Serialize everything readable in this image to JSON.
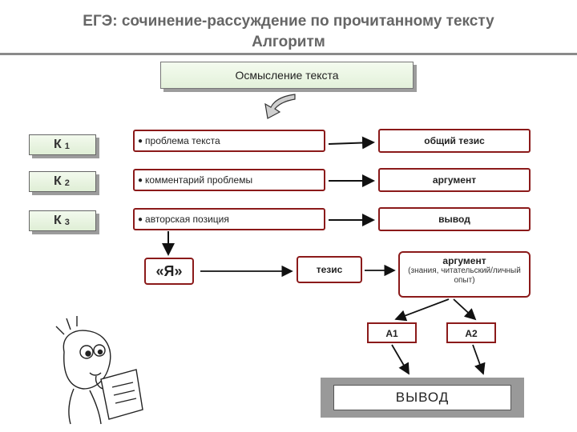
{
  "header": {
    "title_line1": "ЕГЭ: сочинение-рассуждение по прочитанному тексту",
    "title_line2": "Алгоритм"
  },
  "intro": {
    "label": "Осмысление текста"
  },
  "criteria": [
    {
      "k": "К",
      "n": "1",
      "item": "проблема текста",
      "result": "общий тезис"
    },
    {
      "k": "К",
      "n": "2",
      "item": "комментарий проблемы",
      "result": "аргумент"
    },
    {
      "k": "К",
      "n": "3",
      "item": "авторская позиция",
      "result": "вывод"
    }
  ],
  "ya": {
    "label": "«Я»"
  },
  "tezis": {
    "label": "тезис"
  },
  "argument": {
    "label": "аргумент",
    "note": "(знания, читательский/личный опыт)"
  },
  "a1": {
    "label": "А1"
  },
  "a2": {
    "label": "А2"
  },
  "conclusion": {
    "label": "ВЫВОД"
  },
  "colors": {
    "border": "#8b1a1a",
    "box_fill": "#e3f1da",
    "shadow": "#9c9c9c"
  }
}
